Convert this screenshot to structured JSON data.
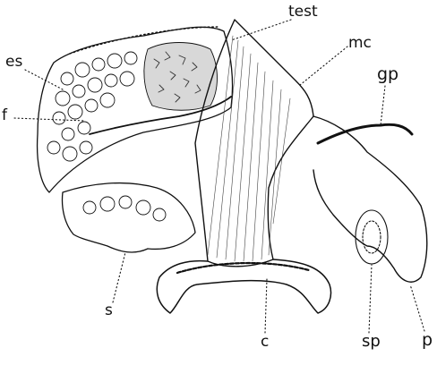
{
  "figure": {
    "ink_color": "#111111",
    "background": "#ffffff",
    "labels": {
      "test": "test",
      "mc": "mc",
      "gp": "gp",
      "es": "es",
      "f": "f",
      "s": "s",
      "c": "c",
      "sp": "sp",
      "p": "p"
    }
  }
}
